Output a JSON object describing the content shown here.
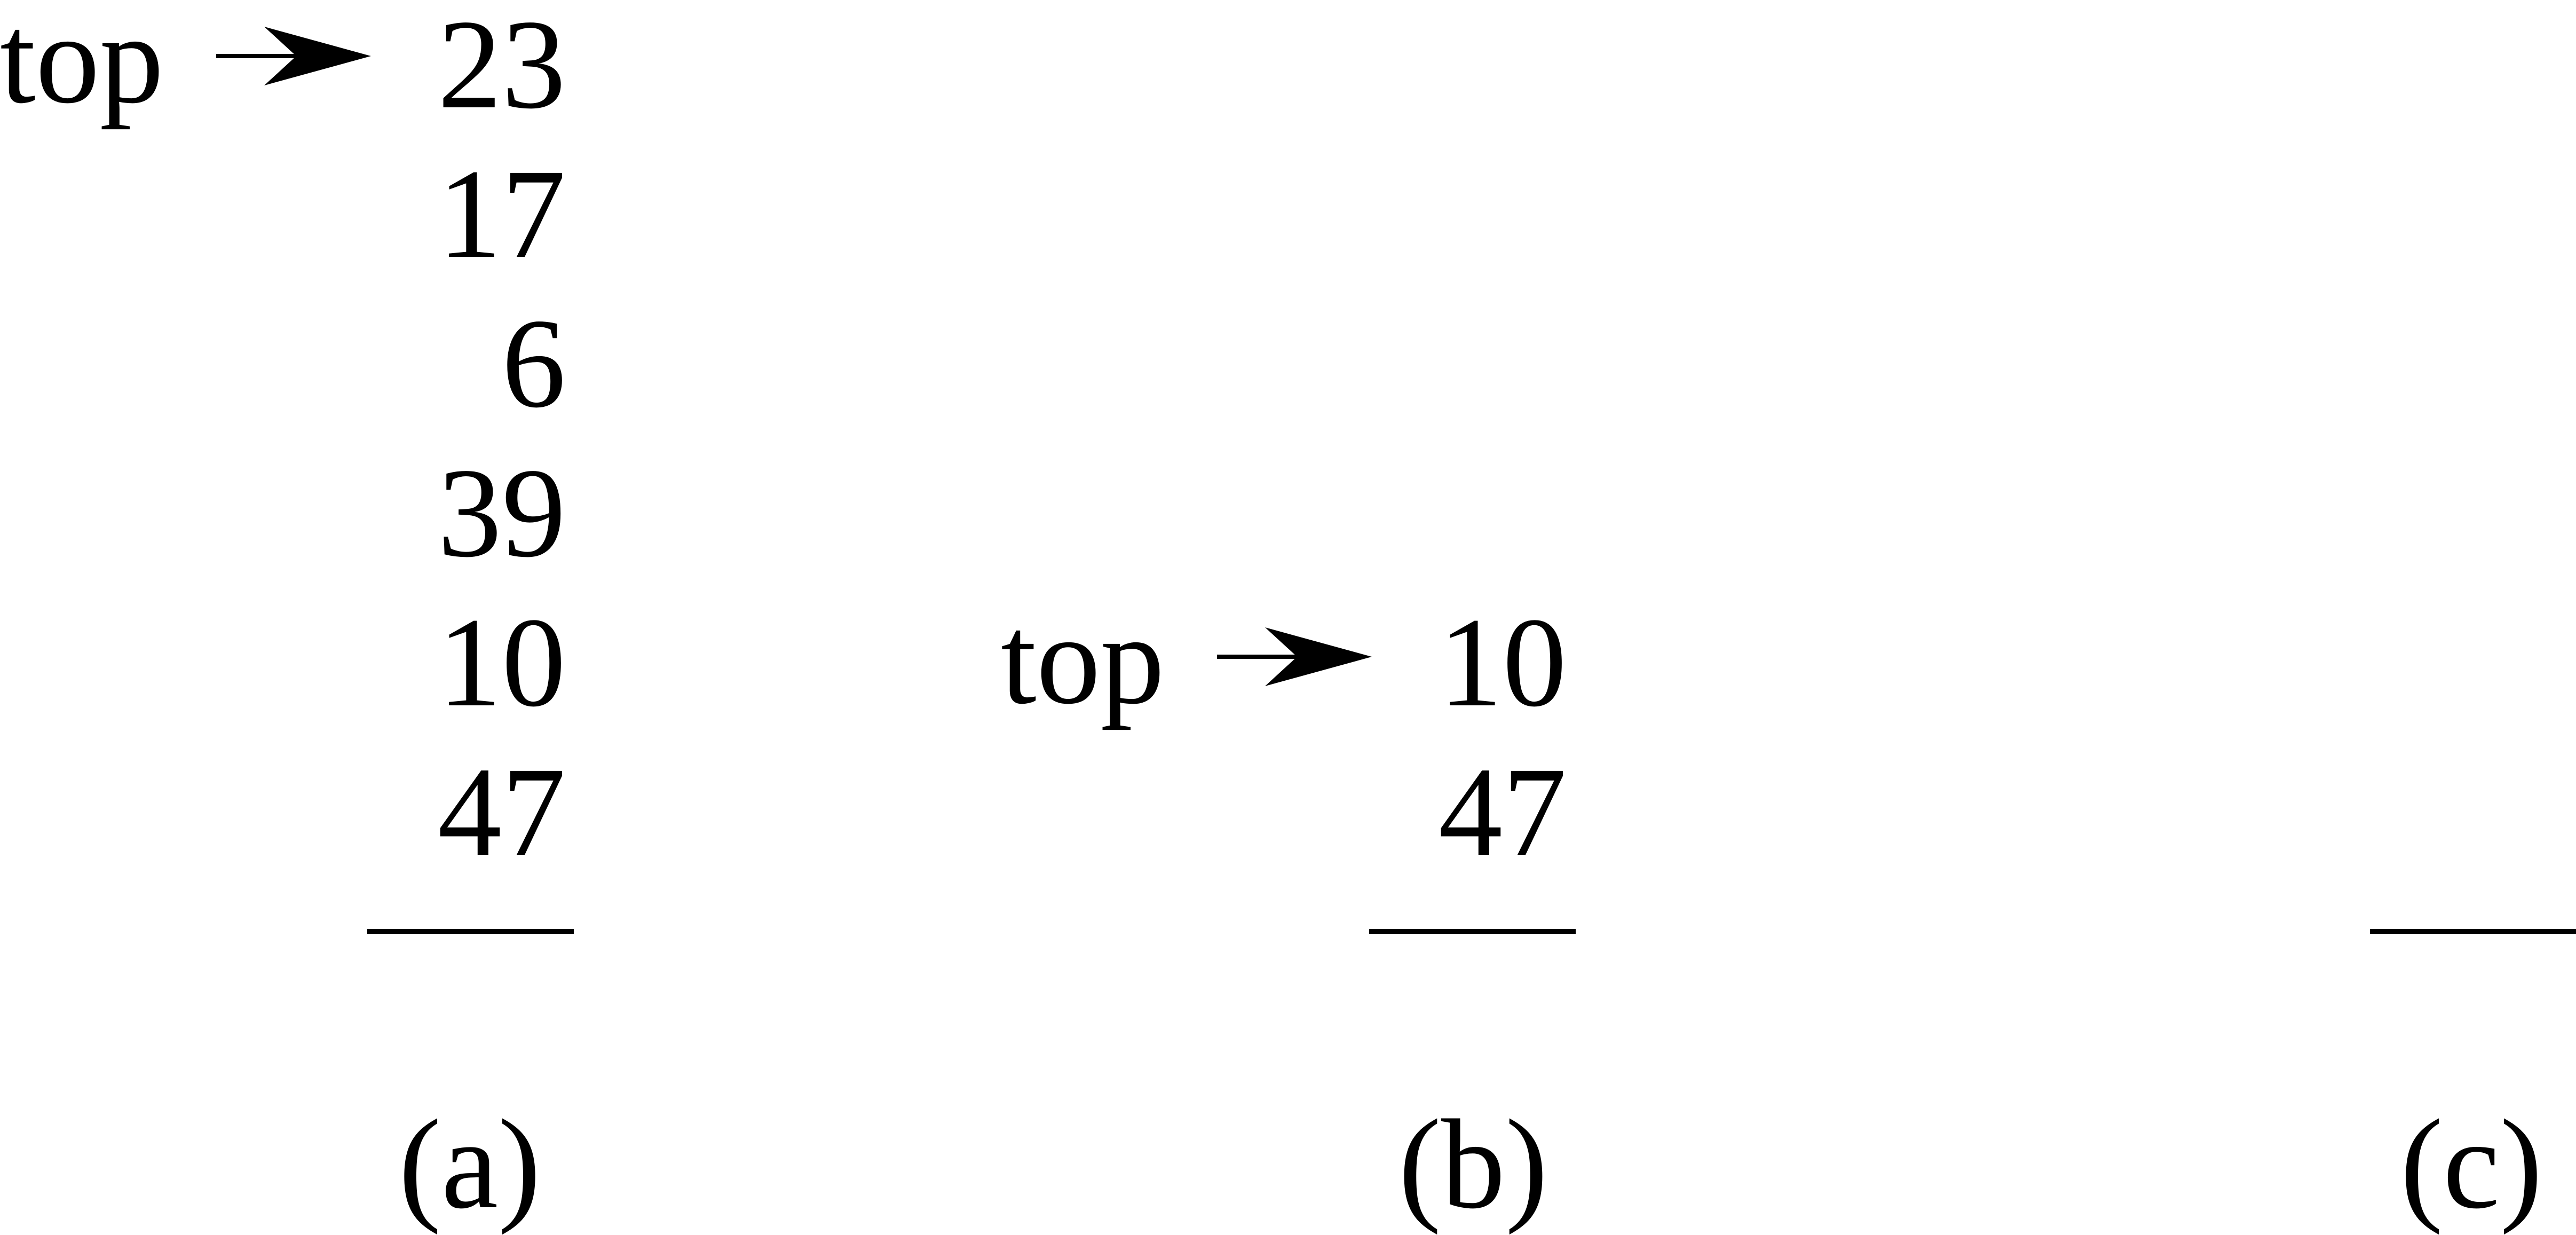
{
  "diagrams": [
    {
      "id": "a",
      "top_label": "top",
      "stack": [
        "23",
        "17",
        "6",
        "39",
        "10",
        "47"
      ],
      "caption": "(a)"
    },
    {
      "id": "b",
      "top_label": "top",
      "stack": [
        "10",
        "47"
      ],
      "caption": "(b)"
    },
    {
      "id": "c",
      "stack": [],
      "caption": "(c)"
    }
  ]
}
